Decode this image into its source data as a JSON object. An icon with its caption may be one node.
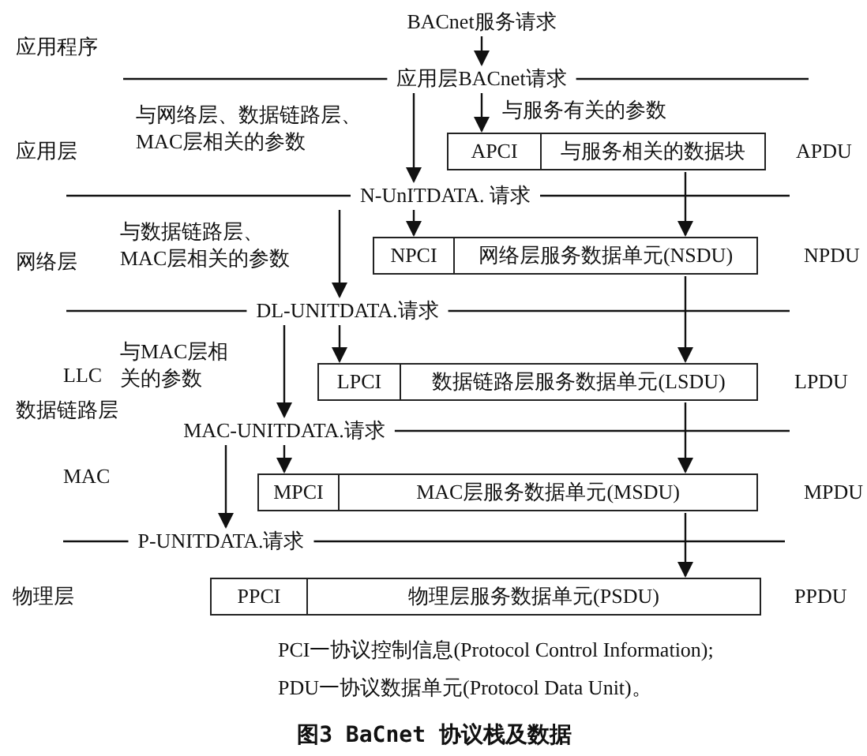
{
  "diagram": {
    "caption": "图3 BaCnet 协议栈及数据",
    "nodes": [
      {
        "text": [
          "BACnet服务请求"
        ]
      },
      {
        "text": [
          "应用层BACnet请求"
        ]
      },
      {
        "text": [
          "APCI",
          "与服务相关的数据块"
        ],
        "beside": [
          "APDU"
        ]
      },
      {
        "text": [
          "N-UnITDATA. 请求"
        ]
      },
      {
        "text": [
          "NPCI",
          "网络层服务数据单元(NSDU)"
        ],
        "beside": [
          "NPDU"
        ]
      },
      {
        "text": [
          "DL-UNITDATA.请求"
        ]
      },
      {
        "text": [
          "LPCI",
          "数据链路层服务数据单元(LSDU)"
        ],
        "beside": [
          "LPDU"
        ]
      },
      {
        "text": [
          "MAC-UNITDATA.请求"
        ]
      },
      {
        "text": [
          "MPCI",
          "MAC层服务数据单元(MSDU)"
        ],
        "beside": [
          "MPDU"
        ]
      },
      {
        "text": [
          "P-UNITDATA.请求"
        ]
      },
      {
        "text": [
          "PPCI",
          "物理层服务数据单元(PSDU)"
        ],
        "beside": [
          "PPDU"
        ]
      }
    ],
    "edges": [
      {
        "from": 0,
        "to": 1,
        "arrow": "to"
      },
      {
        "from": 1,
        "to": 2,
        "arrow": "to",
        "label": "与服务有关的参数"
      },
      {
        "from": 1,
        "to": 3,
        "arrow": "to",
        "label": "与网络层、数据链路层、MAC层相关的参数"
      },
      {
        "from": 2,
        "to": 4,
        "arrow": "to"
      },
      {
        "from": 3,
        "to": 4,
        "arrow": "to"
      },
      {
        "from": 3,
        "to": 5,
        "arrow": "to",
        "label": "与数据链路层、MAC层相关的参数"
      },
      {
        "from": 4,
        "to": 6,
        "arrow": "to"
      },
      {
        "from": 5,
        "to": 6,
        "arrow": "to"
      },
      {
        "from": 5,
        "to": 7,
        "arrow": "to",
        "label": "与MAC层相关的参数"
      },
      {
        "from": 6,
        "to": 8,
        "arrow": "to"
      },
      {
        "from": 7,
        "to": 8,
        "arrow": "to"
      },
      {
        "from": 7,
        "to": 9,
        "arrow": "to"
      },
      {
        "from": 8,
        "to": 10,
        "arrow": "to"
      }
    ],
    "labels": [
      "应用程序",
      "应用层",
      "网络层",
      "LLC",
      "数据链路层",
      "MAC",
      "物理层",
      "PCI一协议控制信息(Protocol Control Information);",
      "PDU一协议数据单元(Protocol Data Unit)。"
    ]
  }
}
